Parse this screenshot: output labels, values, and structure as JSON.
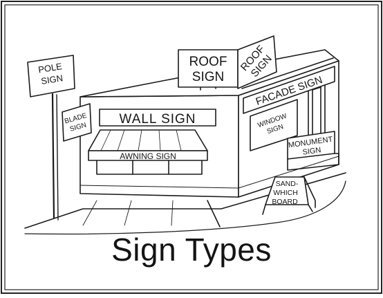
{
  "title": "Sign Types",
  "labels": {
    "pole_sign": [
      "POLE",
      "SIGN"
    ],
    "roof_sign_front": [
      "ROOF",
      "SIGN"
    ],
    "roof_sign_side": [
      "ROOF",
      "SIGN"
    ],
    "blade_sign": [
      "BLADE",
      "SIGN"
    ],
    "wall_sign": "WALL SIGN",
    "awning_sign": "AWNING SIGN",
    "facade_sign": "FACADE SIGN",
    "window_sign": [
      "WINDOW",
      "SIGN"
    ],
    "monument_sign": [
      "MONUMENT",
      "SIGN"
    ],
    "sandwich_board": [
      "SAND-",
      "WHICH",
      "BOARD"
    ]
  }
}
